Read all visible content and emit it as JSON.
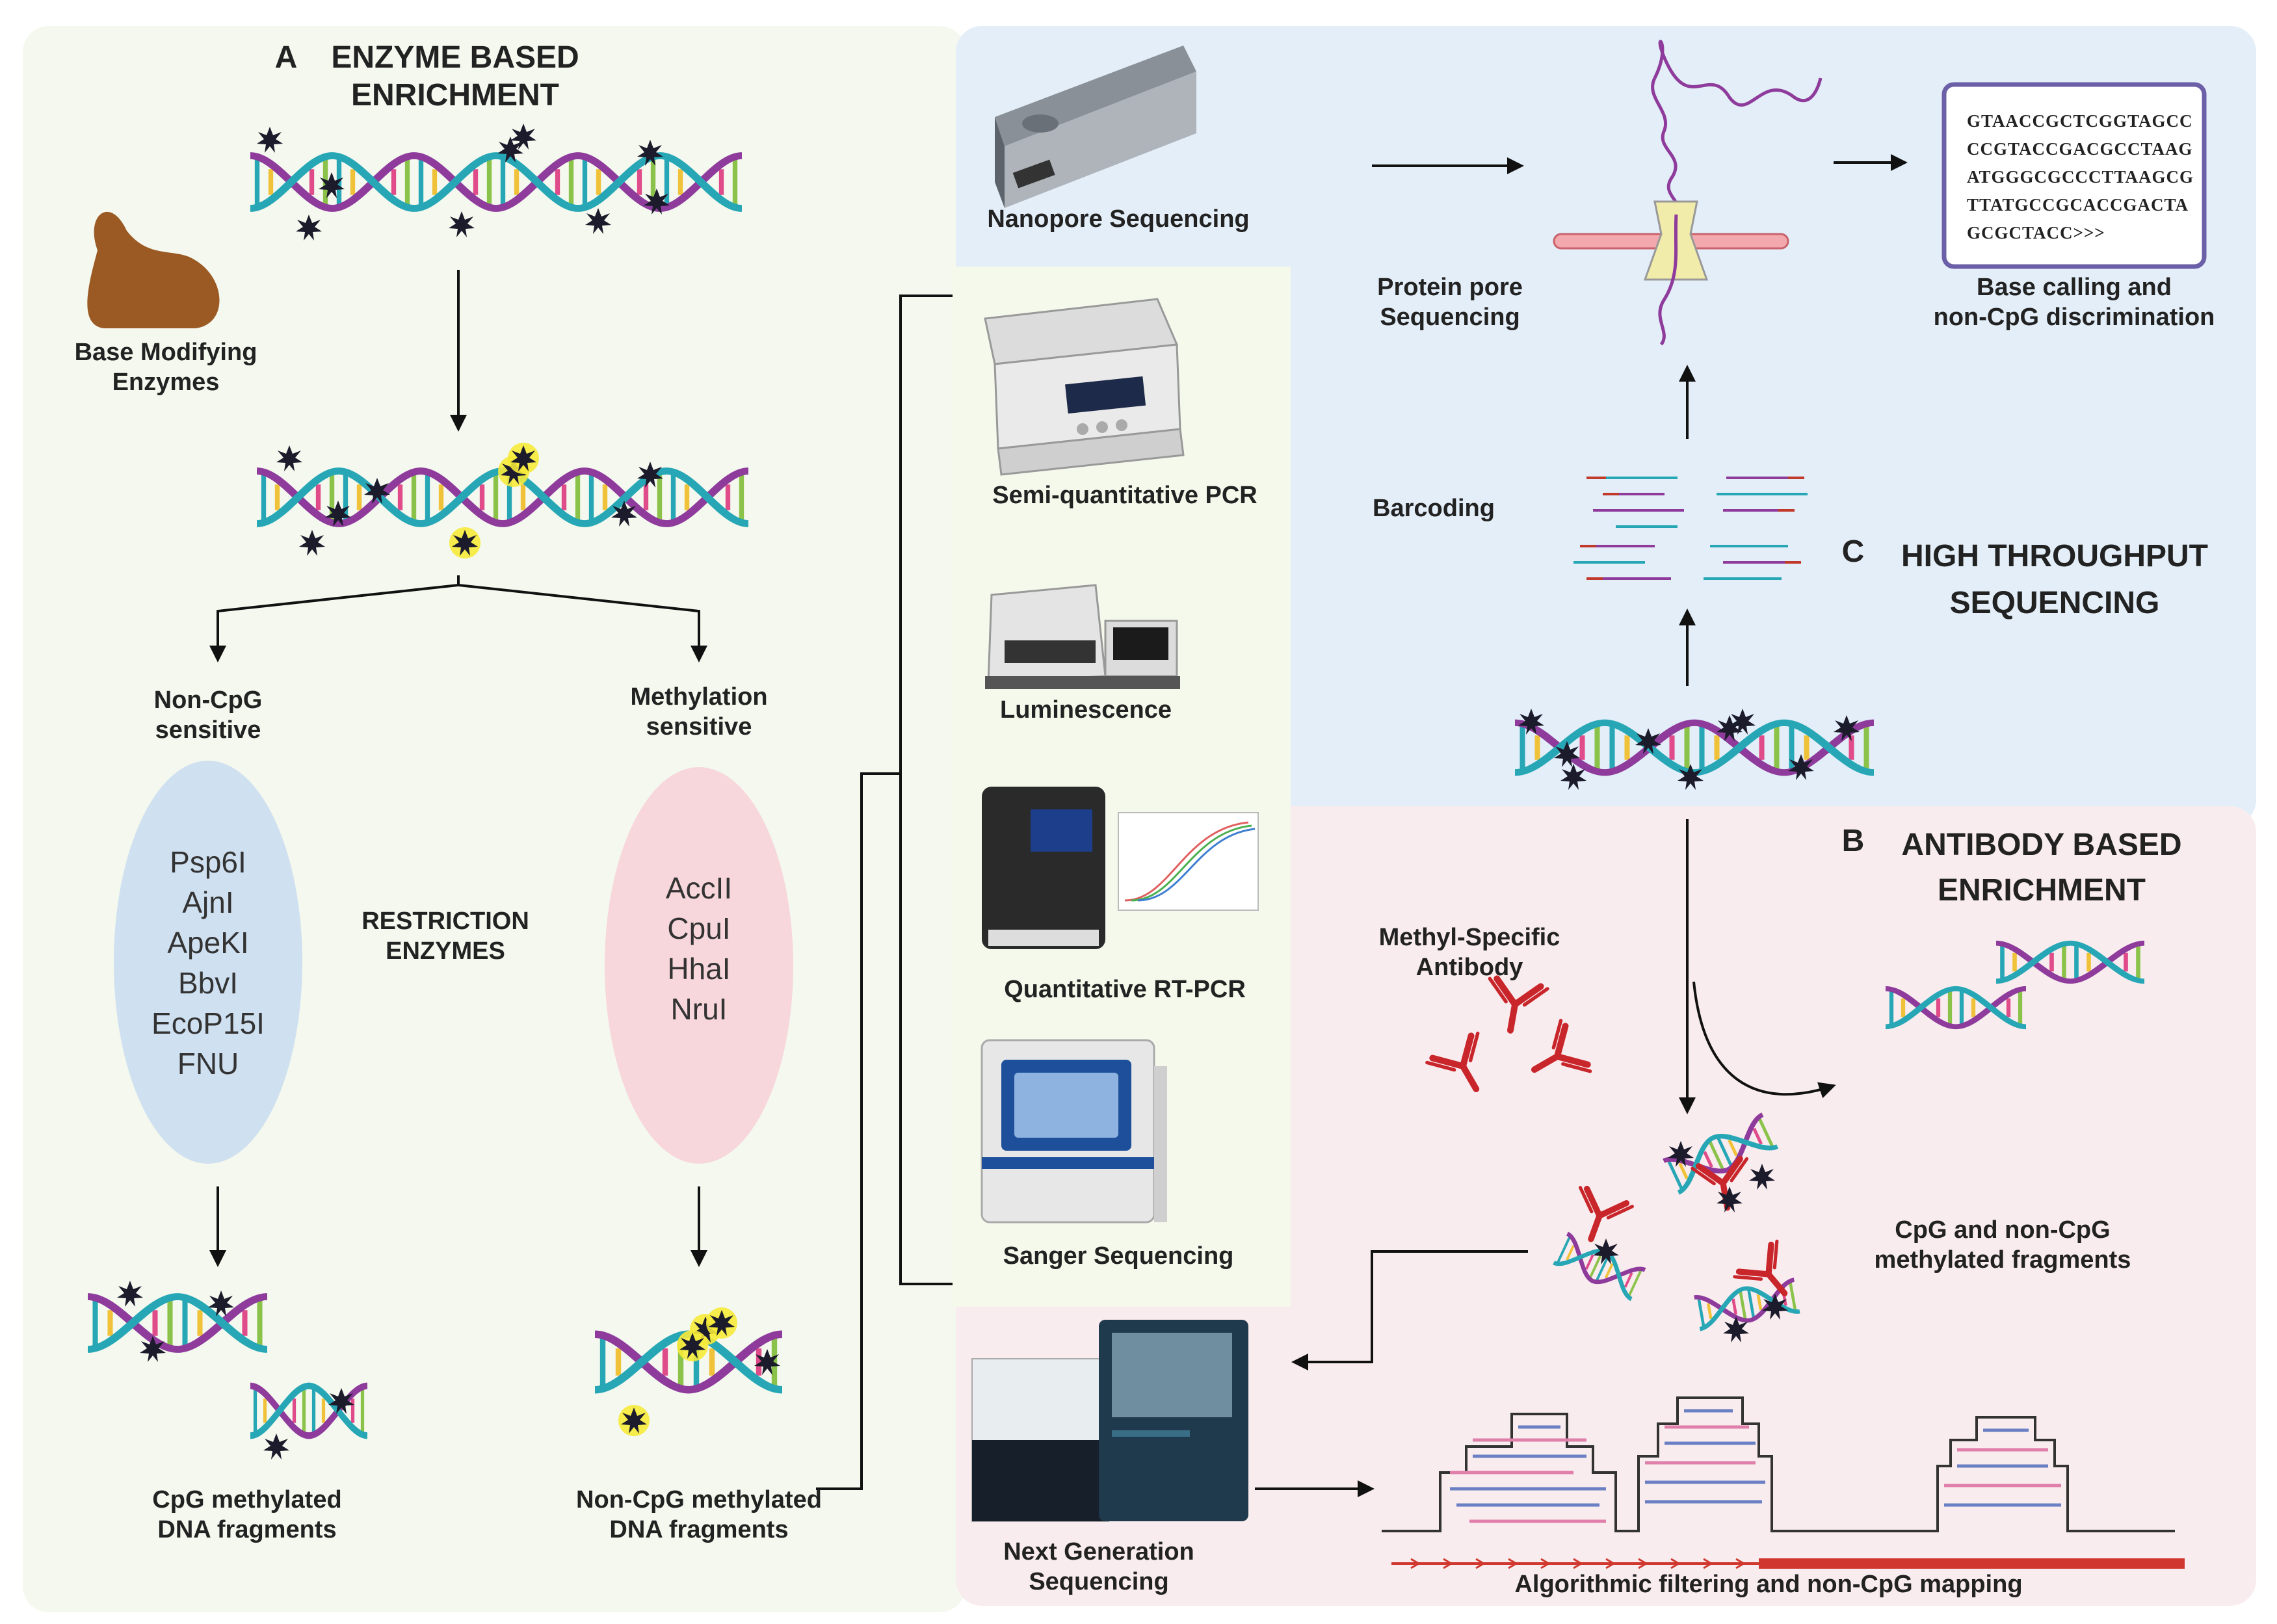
{
  "panels": {
    "enzyme": {
      "letter": "A",
      "title": "ENZYME BASED\nENRICHMENT"
    },
    "antibody": {
      "letter": "B",
      "title": "ANTIBODY BASED\nENRICHMENT"
    },
    "sequencing": {
      "letter": "C",
      "title": "HIGH THROUGHPUT\nSEQUENCING"
    }
  },
  "enzyme_section": {
    "base_modifying": "Base Modifying\nEnzymes",
    "non_cpg_sensitive": "Non-CpG\nsensitive",
    "methylation_sensitive": "Methylation\nsensitive",
    "restriction_enzymes": "RESTRICTION\nENZYMES",
    "non_cpg_enzymes": "Psp6I\nAjnI\nApeKI\nBbvI\nEcoP15I\nFNU",
    "methylation_enzymes": "AccII\nCpuI\nHhaI\nNruI",
    "cpg_fragments": "CpG methylated\nDNA fragments",
    "non_cpg_fragments": "Non-CpG methylated\nDNA fragments"
  },
  "methods": {
    "semi_pcr": "Semi-quantitative PCR",
    "luminescence": "Luminescence",
    "rt_pcr": "Quantitative RT-PCR",
    "sanger": "Sanger Sequencing"
  },
  "sequencing_section": {
    "nanopore": "Nanopore Sequencing",
    "protein_pore": "Protein pore\nSequencing",
    "base_calling": "Base calling and\nnon-CpG discrimination",
    "barcoding": "Barcoding",
    "sequence_text": "GTAACCGCTCGGTAGCC\nCCGTACCGACGCCTAAG\nATGGGCGCCCTTAAGCG\nTTATGCCGCACCGACTA\nGCGCTACC>>>"
  },
  "antibody_section": {
    "methyl_antibody": "Methyl-Specific\nAntibody",
    "methylated_fragments": "CpG and non-CpG\nmethylated fragments",
    "ngs": "Next Generation\nSequencing",
    "algorithmic": "Algorithmic filtering and non-CpG mapping"
  },
  "colors": {
    "panel_a_bg": "#f4f8ee",
    "panel_c_bg": "#e3eef8",
    "panel_b_bg": "#f9ecee",
    "methods_bg": "#f5f9ec",
    "ellipse_blue": "#cfe0f0",
    "ellipse_pink": "#f7d6dc",
    "dna_purple": "#8e3b9c",
    "dna_teal": "#27a7b5",
    "antibody_red": "#c8262b"
  }
}
